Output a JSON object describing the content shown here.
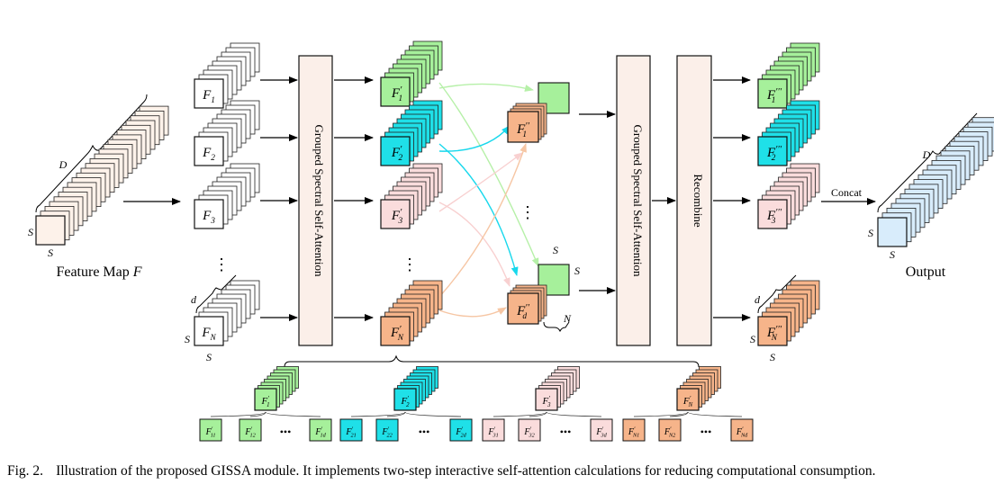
{
  "colors": {
    "green": "#a6f09b",
    "cyan": "#1fe0e8",
    "pink": "#fadcdc",
    "orange": "#f6b48a",
    "input": "#fdf2ea",
    "output": "#d8ecfb",
    "block_fill": "#fbefe9",
    "arrow": "#000000",
    "arrow_green": "#b6f0a8",
    "arrow_cyan": "#18d8ec",
    "arrow_pink": "#f8d0d0",
    "arrow_orange": "#f6c6a4"
  },
  "input": {
    "label": "Feature Map",
    "var": "F",
    "depth_label": "D",
    "size_label": "S"
  },
  "groups": [
    {
      "base": "F",
      "sub": "1",
      "color": "green"
    },
    {
      "base": "F",
      "sub": "2",
      "color": "cyan"
    },
    {
      "base": "F",
      "sub": "3",
      "color": "pink"
    },
    {
      "base": "F",
      "sub": "N",
      "color": "orange"
    }
  ],
  "group_dims": {
    "depth_label": "d",
    "size_label": "S"
  },
  "blocks": {
    "gssa1": "Grouped Spectral Self-Attention",
    "gssa2": "Grouped Spectral Self-Attention",
    "recombine": "Recombine"
  },
  "interactive": {
    "top_label": {
      "base": "F",
      "prime": "′′",
      "sub": "1"
    },
    "bottom_label": {
      "base": "F",
      "prime": "′′",
      "sub": "d"
    },
    "size_label": "S",
    "count_label": "N",
    "ellipsis": "⋮"
  },
  "outputs": [
    {
      "base": "F",
      "prime": "′′′",
      "sub": "1",
      "color": "green"
    },
    {
      "base": "F",
      "prime": "′′′",
      "sub": "2",
      "color": "cyan"
    },
    {
      "base": "F",
      "prime": "′′′",
      "sub": "3",
      "color": "pink"
    },
    {
      "base": "F",
      "prime": "′′′",
      "sub": "N",
      "color": "orange"
    }
  ],
  "output_dims": {
    "depth_label": "d",
    "size_label": "S"
  },
  "concat_label": "Concat",
  "final": {
    "label": "Output",
    "depth_label": "D",
    "size_label": "S"
  },
  "ellipsis": "⋮",
  "bottom_groups": [
    {
      "top_sub": "1",
      "color": "green",
      "items": [
        "11",
        "12",
        "1d"
      ]
    },
    {
      "top_sub": "2",
      "color": "cyan",
      "items": [
        "21",
        "22",
        "2d"
      ]
    },
    {
      "top_sub": "3",
      "color": "pink",
      "items": [
        "31",
        "32",
        "3d"
      ]
    },
    {
      "top_sub": "N",
      "color": "orange",
      "items": [
        "N1",
        "N2",
        "Nd"
      ]
    }
  ],
  "bottom_dots": "•••",
  "caption": {
    "fig": "Fig. 2.",
    "text": "Illustration of the proposed GISSA module. It implements two-step interactive self-attention calculations for reducing computational consumption."
  }
}
